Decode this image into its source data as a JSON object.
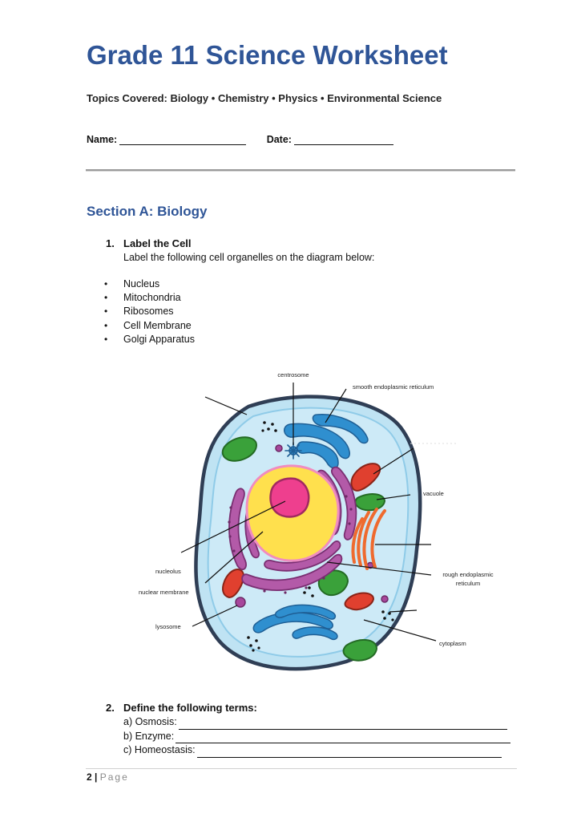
{
  "header": {
    "title": "Grade 11 Science Worksheet",
    "topics": "Topics Covered: Biology • Chemistry • Physics • Environmental Science",
    "name_label": "Name:",
    "date_label": "Date:"
  },
  "section_a": {
    "heading": "Section A: Biology",
    "q1": {
      "number": "1.",
      "title": "Label the Cell",
      "instruction": "Label the following cell organelles on the diagram below:",
      "organelles": [
        "Nucleus",
        "Mitochondria",
        "Ribosomes",
        "Cell Membrane",
        "Golgi Apparatus"
      ]
    },
    "diagram_labels": {
      "centrosome": "centrosome",
      "smooth_er": "smooth endoplasmic reticulum",
      "vacuole": "vacuole",
      "nucleolus": "nucleolus",
      "nuclear_membrane": "nuclear membrane",
      "lysosome": "lysosome",
      "rough_er_line1": "rough endoplasmic",
      "rough_er_line2": "reticulum",
      "cytoplasm": "cytoplasm"
    },
    "q2": {
      "number": "2.",
      "title": "Define the following terms:",
      "terms": [
        "a) Osmosis:",
        "b) Enzyme:",
        "c) Homeostasis:"
      ]
    }
  },
  "footer": {
    "page_number": "2",
    "separator": "|",
    "page_word": "Page"
  },
  "colors": {
    "heading_blue": "#2f5597",
    "cytoplasm": "#bfe3f3",
    "nucleus": "#ffe04d",
    "nucleolus": "#ee3f8e",
    "rough_er": "#a7479c",
    "smooth_er": "#2f8fcf",
    "mitochondria": "#e0402f",
    "vacuole": "#3aa13a"
  }
}
